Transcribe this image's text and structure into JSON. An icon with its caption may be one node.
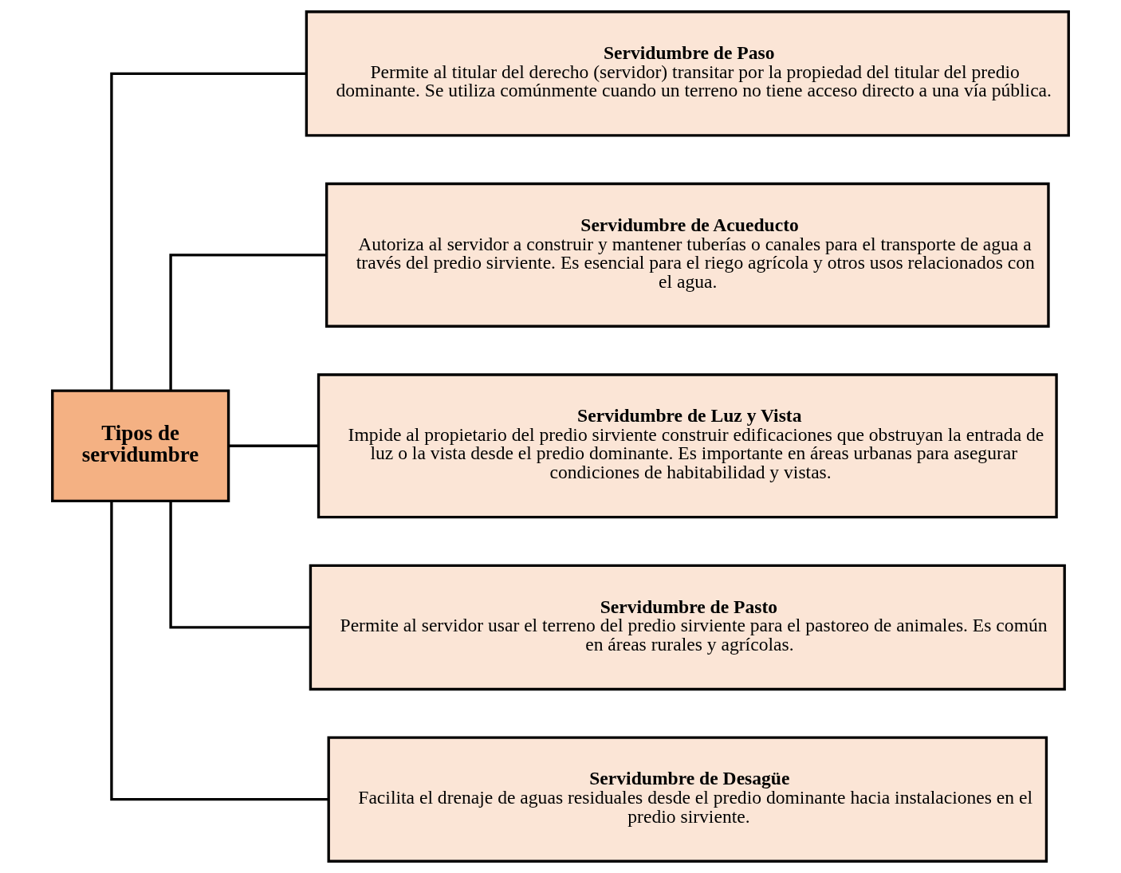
{
  "diagram": {
    "nodes": [
      {
        "text": [
          "Tipos de servidumbre"
        ]
      },
      {
        "text": [
          "Servidumbre de Paso",
          "Permite al titular del derecho (servidor) transitar por la propiedad del titular del predio dominante. Se utiliza comúnmente cuando un terreno no tiene acceso directo a una vía pública."
        ]
      },
      {
        "text": [
          "Servidumbre de Acueducto",
          "Autoriza al servidor a construir y mantener tuberías o canales para el transporte de agua a través del predio sirviente. Es esencial para el riego agrícola y otros usos relacionados con el agua."
        ]
      },
      {
        "text": [
          "Servidumbre de Luz y Vista",
          "Impide al propietario del predio sirviente construir edificaciones que obstruyan la entrada de luz o la vista desde el predio dominante. Es importante en áreas urbanas para asegurar condiciones de habitabilidad y vistas."
        ]
      },
      {
        "text": [
          "Servidumbre de Pasto",
          "Permite al servidor usar el terreno del predio sirviente para el pastoreo de animales. Es común en áreas rurales y agrícolas."
        ]
      },
      {
        "text": [
          "Servidumbre de Desagüe",
          "Facilita el drenaje de aguas residuales desde el predio dominante hacia instalaciones en el predio sirviente."
        ]
      }
    ],
    "edges": [
      {
        "from": 0,
        "to": 1,
        "arrow": "none"
      },
      {
        "from": 0,
        "to": 2,
        "arrow": "none"
      },
      {
        "from": 0,
        "to": 3,
        "arrow": "none"
      },
      {
        "from": 0,
        "to": 4,
        "arrow": "none"
      },
      {
        "from": 0,
        "to": 5,
        "arrow": "none"
      }
    ]
  }
}
